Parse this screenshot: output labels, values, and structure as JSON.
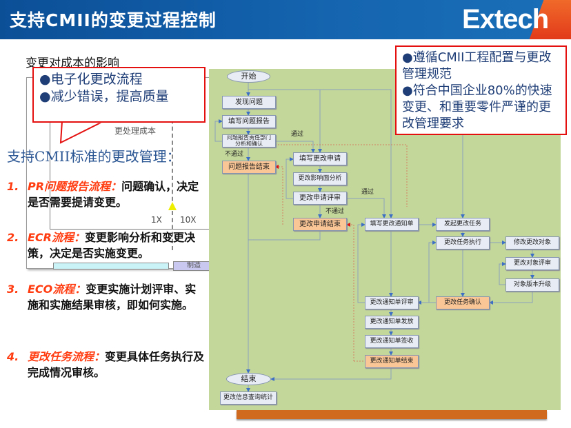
{
  "header": {
    "title": "支持CMII的变更过程控制",
    "logo": "Extech"
  },
  "background_chart": {
    "heading": "变更对成本的影响",
    "y_label": "更处理成本",
    "label_10x": "10X",
    "label_1x": "1X",
    "stage": "制造"
  },
  "callout_left": {
    "lines": [
      "●电子化更改流程",
      "●减少错误，提高质量"
    ]
  },
  "callout_right": {
    "lines": [
      "●遵循CMII工程配置与更改管理规范",
      "●符合中国企业80%的快速变更、和重要零件严谨的更改管理要求"
    ]
  },
  "support_heading": "支持CMII标准的更改管理：",
  "items": [
    {
      "num": "1.",
      "key": "PR问题报告流程：",
      "text": "问题确认，决定是否需要提请变更。"
    },
    {
      "num": "2.",
      "key": "ECR流程：",
      "text": "变更影响分析和变更决策，决定是否实施变更。"
    },
    {
      "num": "3.",
      "key": "ECO流程：",
      "text": "变更实施计划评审、实施和实施结果审核，即如何实施。"
    },
    {
      "num": "4.",
      "key": "更改任务流程：",
      "text": "变更具体任务执行及完成情况审核。"
    }
  ],
  "flow": {
    "start": "开始",
    "end": "结束",
    "nodes": {
      "find": "发现问题",
      "fill_pr": "填写问题报告",
      "pr_analysis": "问题报告责任部门分析和确认",
      "pr_end": "问题报告结束",
      "fill_ecr": "填写更改申请",
      "impact": "更改影响面分析",
      "ecr_review": "更改申请评审",
      "ecr_end": "更改申请结束",
      "fill_eco": "填写更改通知单",
      "start_task": "发起更改任务",
      "task_exec": "更改任务执行",
      "modify_obj": "修改更改对象",
      "obj_review": "更改对象评审",
      "obj_upgrade": "对象版本升级",
      "task_confirm": "更改任务确认",
      "eco_review": "更改通知单评审",
      "eco_issue": "更改通知单发放",
      "eco_sign": "更改通知单签收",
      "eco_end": "更改通知单结束",
      "stats": "更改信息查询统计"
    },
    "labels": {
      "pass1": "通过",
      "fail1": "不通过",
      "pass2": "通过",
      "fail2": "不通过"
    }
  },
  "colors": {
    "header": "#1565b0",
    "panel": "#c4d79b",
    "callout_border": "#e41010",
    "accent_red": "#ff3b0f",
    "terminal_box": "#fbc695"
  }
}
